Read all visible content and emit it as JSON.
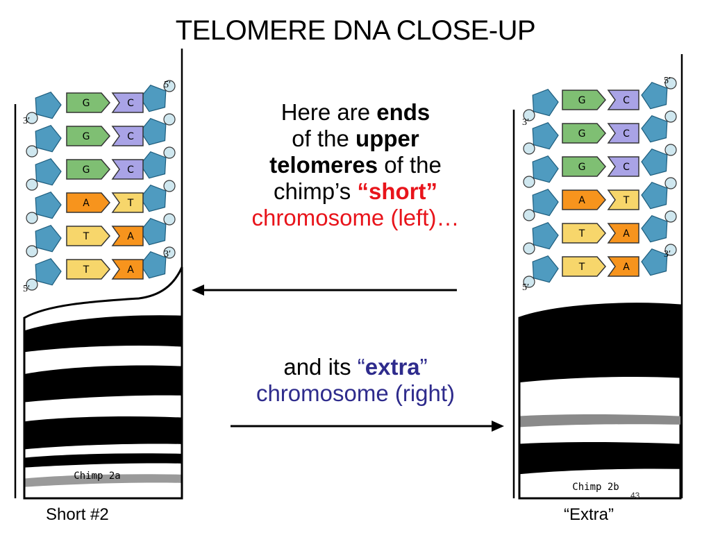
{
  "title": "TELOMERE DNA CLOSE-UP",
  "main_text": {
    "l1a": "Here are ",
    "l1b": "ends",
    "l2a": "of the ",
    "l2b": "upper",
    "l3a": "telomeres",
    "l3b": " of the",
    "l4a": "chimp’s ",
    "l4b": "“short”",
    "l5": "chromosome (left)…"
  },
  "second_text": {
    "l1a": "and its ",
    "l1b": "“",
    "l1c": "extra",
    "l1d": "”",
    "l2": "chromosome (right)"
  },
  "left_chromosome": {
    "label": "Chimp 2a",
    "caption": "Short #2",
    "prime_top": "5′",
    "prime_left": "3′",
    "prime_right": "3′",
    "prime_bottom": "5′",
    "pairs": [
      {
        "left": "G",
        "right": "C"
      },
      {
        "left": "G",
        "right": "C"
      },
      {
        "left": "G",
        "right": "C"
      },
      {
        "left": "A",
        "right": "T"
      },
      {
        "left": "T",
        "right": "A"
      },
      {
        "left": "T",
        "right": "A"
      }
    ]
  },
  "right_chromosome": {
    "label": "Chimp 2b",
    "caption": "“Extra”",
    "prime_top": "5′",
    "prime_left": "3′",
    "prime_right": "3′",
    "prime_bottom": "5′",
    "pairs": [
      {
        "left": "G",
        "right": "C"
      },
      {
        "left": "G",
        "right": "C"
      },
      {
        "left": "G",
        "right": "C"
      },
      {
        "left": "A",
        "right": "T"
      },
      {
        "left": "T",
        "right": "A"
      },
      {
        "left": "T",
        "right": "A"
      }
    ]
  },
  "page_number": "43",
  "colors": {
    "guanine": "#7fbf73",
    "cytosine": "#a9a3e6",
    "adenine": "#f7941d",
    "thymine": "#f7d66b",
    "sugar": "#4f9bc0",
    "phosphate": "#cfe7ef",
    "emphasis_red": "#e8141b",
    "emphasis_blue": "#2e2b8c"
  }
}
